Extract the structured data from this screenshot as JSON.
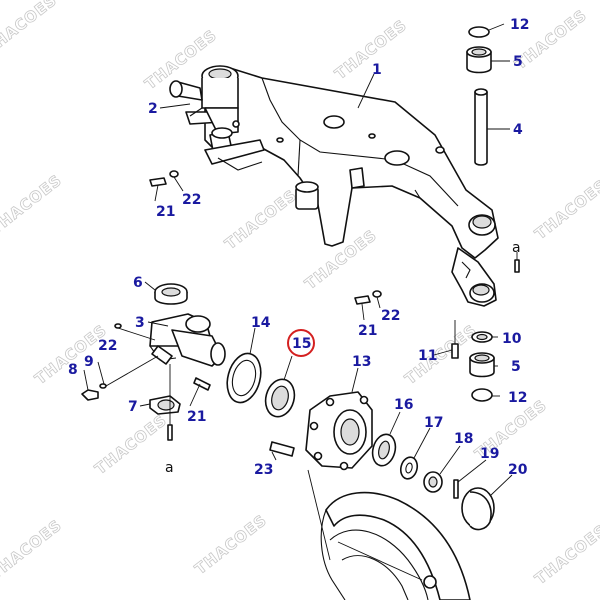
{
  "watermark_text": "THACOES",
  "reference_letter": "a",
  "highlight": {
    "part": "15",
    "color": "#d42020"
  },
  "callout_color": "#1a1aa0",
  "callouts": {
    "c1": "1",
    "c2": "2",
    "c3": "3",
    "c4": "4",
    "c5a": "5",
    "c5b": "5",
    "c6": "6",
    "c7": "7",
    "c8": "8",
    "c9": "9",
    "c10": "10",
    "c11": "11",
    "c12a": "12",
    "c12b": "12",
    "c13": "13",
    "c14": "14",
    "c15": "15",
    "c16": "16",
    "c17": "17",
    "c18": "18",
    "c19": "19",
    "c20": "20",
    "c21a": "21",
    "c21b": "21",
    "c21c": "21",
    "c22a": "22",
    "c22b": "22",
    "c22c": "22",
    "c23": "23"
  }
}
